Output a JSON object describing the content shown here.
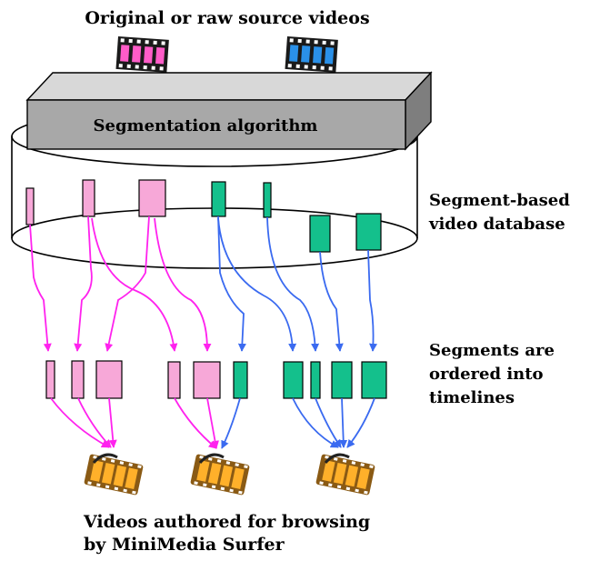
{
  "top_label": "Original or raw source videos",
  "algorithm_label": "Segmentation algorithm",
  "database_label": [
    "Segment-based",
    "video database"
  ],
  "timeline_label": [
    "Segments are",
    "ordered into",
    "timelines"
  ],
  "bottom_label": [
    "Videos authored for browsing",
    "by MiniMedia Surfer"
  ],
  "colors": {
    "pink_segment": "#f7a8d8",
    "green_segment": "#14c08c",
    "magenta_arrow": "#ff22ee",
    "blue_arrow": "#3a6af0",
    "box_front": "#a8a8a8",
    "box_top": "#d8d8d8",
    "box_side": "#7e7e7e"
  },
  "icons": [
    "film-strip-pink-icon",
    "film-strip-blue-icon",
    "film-reel-icon"
  ]
}
